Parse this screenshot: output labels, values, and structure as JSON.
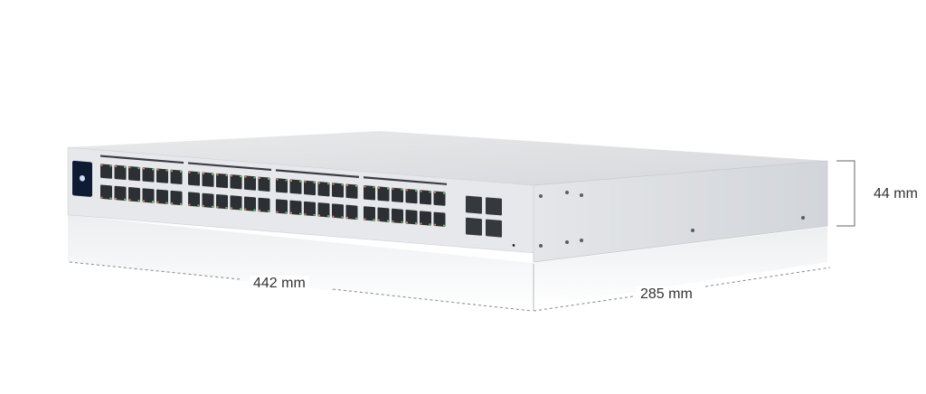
{
  "dimensions": {
    "height_label": "44 mm",
    "width_label": "442 mm",
    "depth_label": "285 mm"
  },
  "device": {
    "rj45_port_groups": 4,
    "rj45_ports_per_group": 12,
    "sfp_ports": 4,
    "body_color": "#dfe1e4",
    "port_color": "#2c2f33",
    "led_green": "#6fd26a",
    "led_orange": "#f08a5d",
    "display_color": "#0f1a33"
  }
}
